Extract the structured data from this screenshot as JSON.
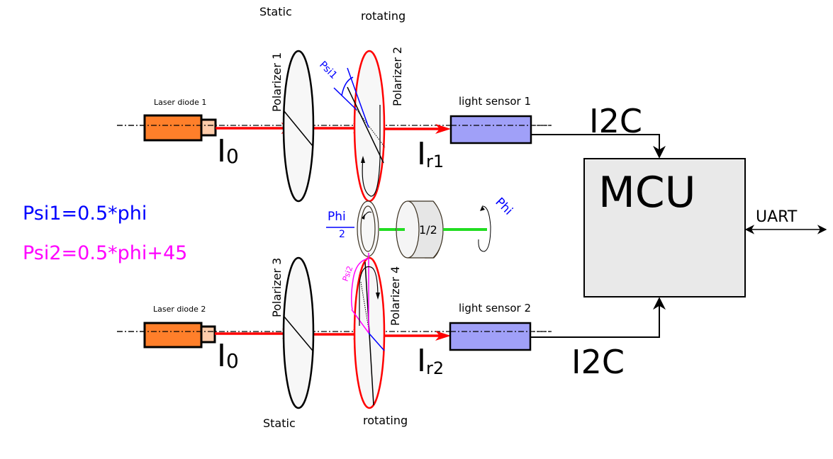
{
  "labels": {
    "static_top": "Static",
    "rotating_top": "rotating",
    "static_bottom": "Static",
    "rotating_bottom": "rotating",
    "laser1": "Laser diode 1",
    "laser2": "Laser diode 2",
    "polarizer1": "Polarizer 1",
    "polarizer2": "Polarizer 2",
    "polarizer3": "Polarizer 3",
    "polarizer4": "Polarizer 4",
    "sensor1": "light sensor 1",
    "sensor2": "light sensor 2",
    "i2c_top": "I2C",
    "i2c_bottom": "I2C",
    "mcu": "MCU",
    "uart": "UART",
    "psi1_angle": "Psi1",
    "psi2_angle": "Psi2",
    "phi_num": "Phi",
    "phi_den": "2",
    "phi": "Phi",
    "gear_ratio": "1/2",
    "i0_main": "I",
    "i0_sub": "0",
    "ir1_main": "I",
    "ir1_sub": "r1",
    "ir2_main": "I",
    "ir2_sub": "r2"
  },
  "equations": {
    "psi1": "Psi1=0.5*phi",
    "psi2": "Psi2=0.5*phi+45"
  },
  "colors": {
    "beam": "#ff0000",
    "laser_body": "#ff7f2a",
    "laser_tip": "#ffccaa",
    "sensor": "#a0a0f8",
    "mcu": "#e9e9e9",
    "psi1": "#0000ff",
    "psi2": "#ff00ff",
    "shaft": "#22dd22"
  }
}
